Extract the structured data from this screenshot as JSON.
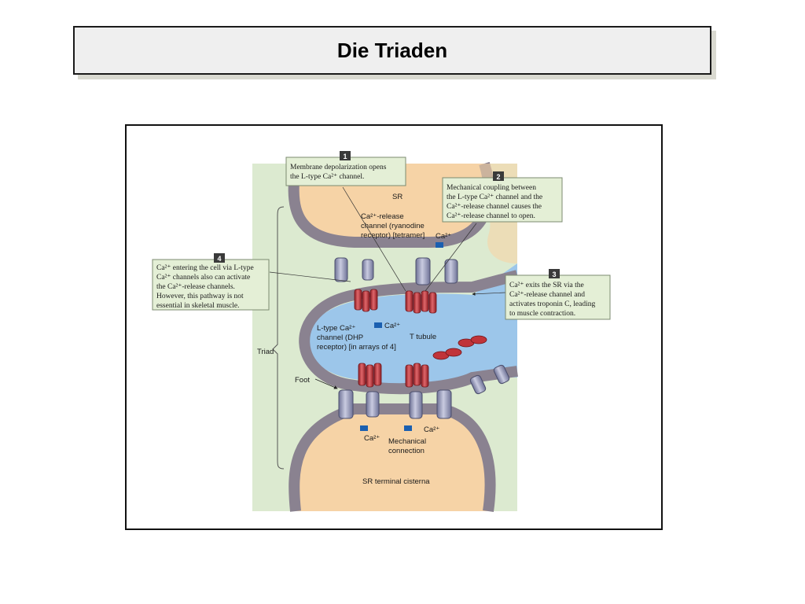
{
  "title": "Die Triaden",
  "diagram": {
    "labels": {
      "sr": "SR",
      "release_channel": [
        "Ca²⁺-release",
        "channel (ryanodine",
        "receptor) [tetramer]"
      ],
      "ca_top": "Ca²⁺",
      "ca_mid": "Ca²⁺",
      "ltype": [
        "L-type Ca²⁺",
        "channel (DHP",
        "receptor) [in arrays of 4]"
      ],
      "t_tubule": "T tubule",
      "triad": "Triad",
      "foot": "Foot",
      "ca_bottom_left": "Ca²⁺",
      "ca_bottom_right": "Ca²⁺",
      "mechanical_connection": [
        "Mechanical",
        "connection"
      ],
      "sr_terminal": "SR terminal cisterna"
    },
    "callouts": [
      {
        "num": "1",
        "lines": [
          "Membrane depolarization opens",
          "the L-type Ca²⁺ channel."
        ]
      },
      {
        "num": "2",
        "lines": [
          "Mechanical coupling between",
          "the L-type Ca²⁺ channel and the",
          "Ca²⁺-release channel causes the",
          "Ca²⁺-release channel to open."
        ]
      },
      {
        "num": "3",
        "lines": [
          "Ca²⁺ exits the SR via the",
          "Ca²⁺-release channel and",
          "activates troponin C, leading",
          "to muscle contraction."
        ]
      },
      {
        "num": "4",
        "lines": [
          "Ca²⁺ entering the cell via L-type",
          "Ca²⁺ channels also can activate",
          "the Ca²⁺-release channels.",
          "However, this pathway is not",
          "essential in skeletal muscle."
        ]
      }
    ],
    "colors": {
      "background_green": "#dcead0",
      "sr_fill": "#f6d3a6",
      "membrane": "#8a8290",
      "tubule_fill": "#9cc6ea",
      "ltype_red": "#c0343a",
      "ryr_gray": "#a7abc4",
      "ca_blue": "#1a5fb0",
      "callout_bg": "#e4efd6"
    }
  }
}
